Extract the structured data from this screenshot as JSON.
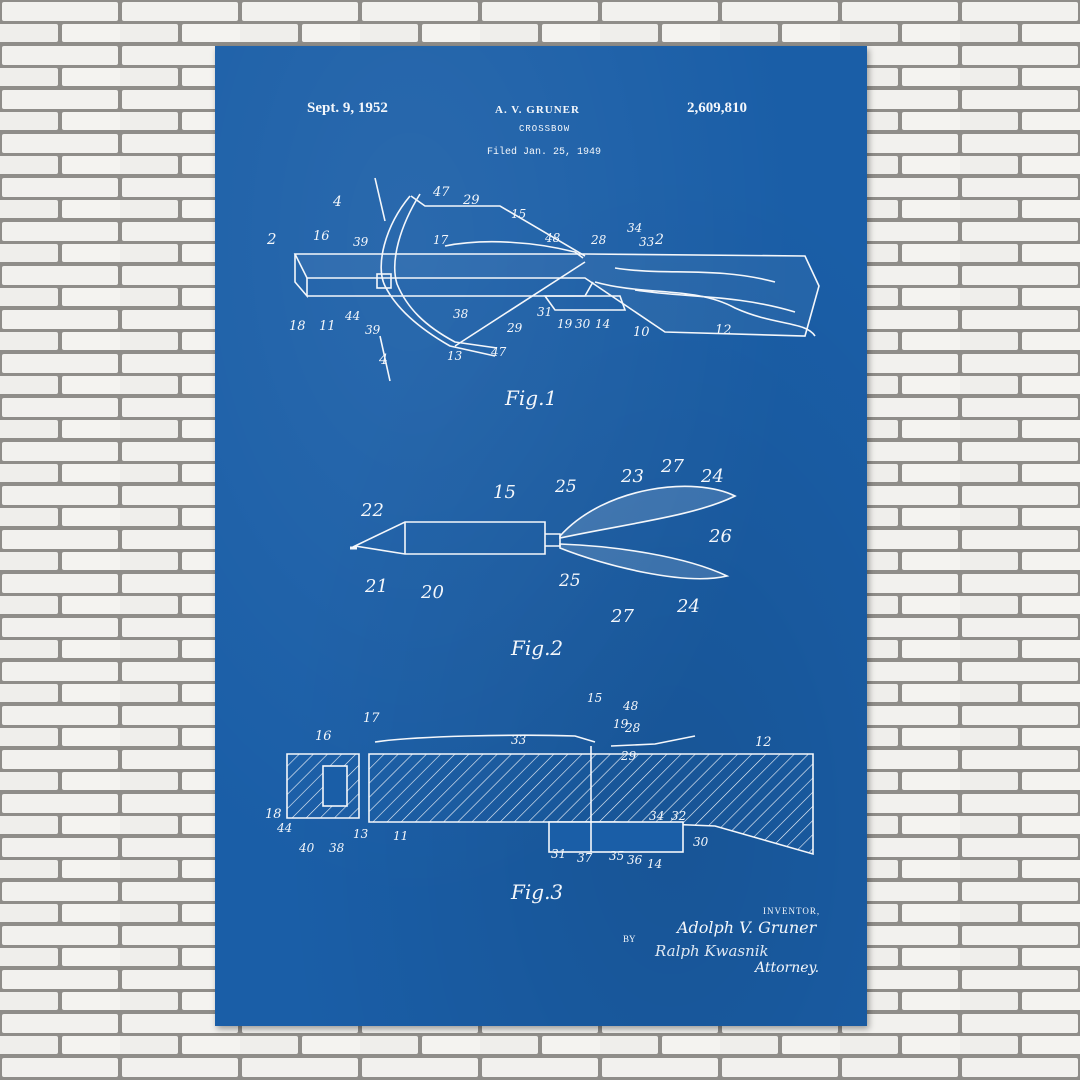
{
  "colors": {
    "poster_blue": "#1a5ea7",
    "ink_white": "#f4f7fb",
    "brick": "#f2f1ee",
    "mortar": "#9a9894"
  },
  "header": {
    "date": "Sept. 9, 1952",
    "inventor": "A. V. GRUNER",
    "patent_number": "2,609,810",
    "title": "CROSSBOW",
    "filed": "Filed Jan. 25, 1949"
  },
  "figures": {
    "fig1": {
      "label": "Fig.1",
      "refs": [
        "2",
        "16",
        "39",
        "4",
        "47",
        "29",
        "15",
        "17",
        "48",
        "28",
        "34",
        "33",
        "2",
        "18",
        "11",
        "44",
        "39",
        "38",
        "13",
        "47",
        "4",
        "29",
        "31",
        "19",
        "30",
        "14",
        "10",
        "12"
      ]
    },
    "fig2": {
      "label": "Fig.2",
      "refs": [
        "22",
        "15",
        "25",
        "23",
        "27",
        "24",
        "26",
        "21",
        "20",
        "25",
        "27",
        "24"
      ]
    },
    "fig3": {
      "label": "Fig.3",
      "refs": [
        "16",
        "17",
        "15",
        "48",
        "19",
        "28",
        "33",
        "29",
        "12",
        "18",
        "44",
        "40",
        "38",
        "13",
        "11",
        "34",
        "32",
        "31",
        "37",
        "35",
        "36",
        "14",
        "30"
      ]
    }
  },
  "signature": {
    "inventor_label": "INVENTOR,",
    "inventor_name": "Adolph V. Gruner",
    "by_label": "BY",
    "attorney_name": "Ralph Kwasnik",
    "attorney_label": "Attorney."
  }
}
